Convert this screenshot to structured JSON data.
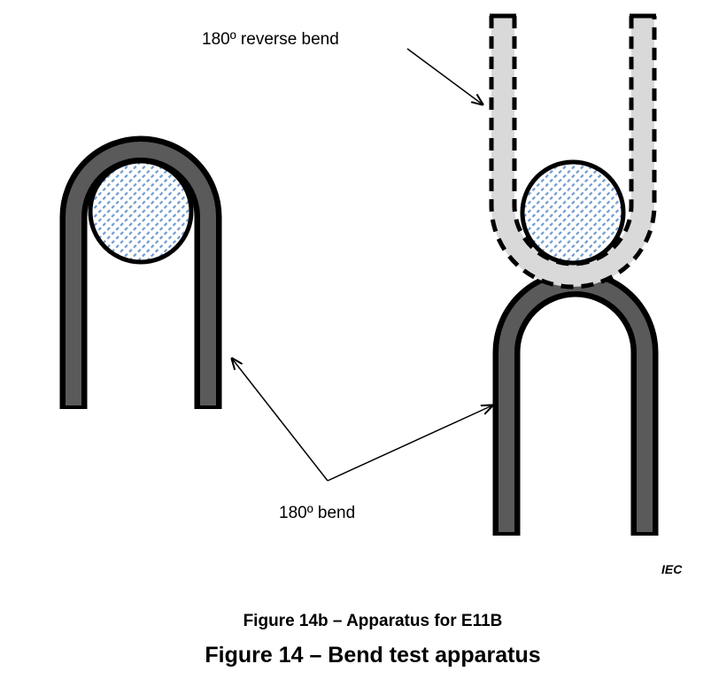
{
  "labels": {
    "reverse_bend": "180º reverse bend",
    "bend": "180º bend",
    "source_mark": "IEC"
  },
  "captions": {
    "sub_figure": "Figure 14b – Apparatus for E11B",
    "figure": "Figure 14 – Bend test apparatus"
  },
  "colors": {
    "strip_fill": "#5a5a5a",
    "reverse_strip_fill": "#d9d9d9",
    "mandrel_hatch": "#6f9ad0"
  }
}
